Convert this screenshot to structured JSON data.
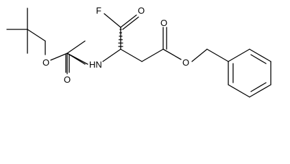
{
  "molecule": {
    "atoms": {
      "fluorine": "F",
      "acyl_oxygen": "O",
      "ester_carbonyl_oxygen": "O",
      "ester_oxygen": "O",
      "amide_nitrogen": "HN",
      "carbamate_carbonyl_oxygen": "O",
      "carbamate_oxygen": "O"
    }
  },
  "colors": {
    "bond": "#000000",
    "label": "#000000",
    "background": "#ffffff"
  }
}
